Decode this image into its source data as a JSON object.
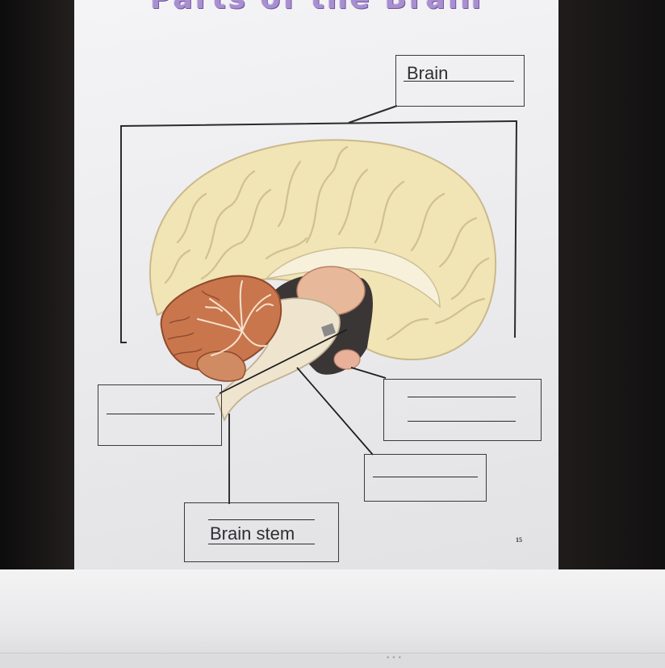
{
  "worksheet": {
    "title": "Parts of the Brain",
    "page_number": "15"
  },
  "labels": {
    "brain": "Brain",
    "brain_stem": "Brain stem",
    "cerebellum": "",
    "thalamus_hypothalamus": "",
    "spinal_cord": ""
  },
  "colors": {
    "cerebrum": "#f0e3b2",
    "cerebellum": "#c8744a",
    "brainstem": "#efe6d0",
    "thalamus": "#e7b89b",
    "title": "#a88fcf"
  }
}
